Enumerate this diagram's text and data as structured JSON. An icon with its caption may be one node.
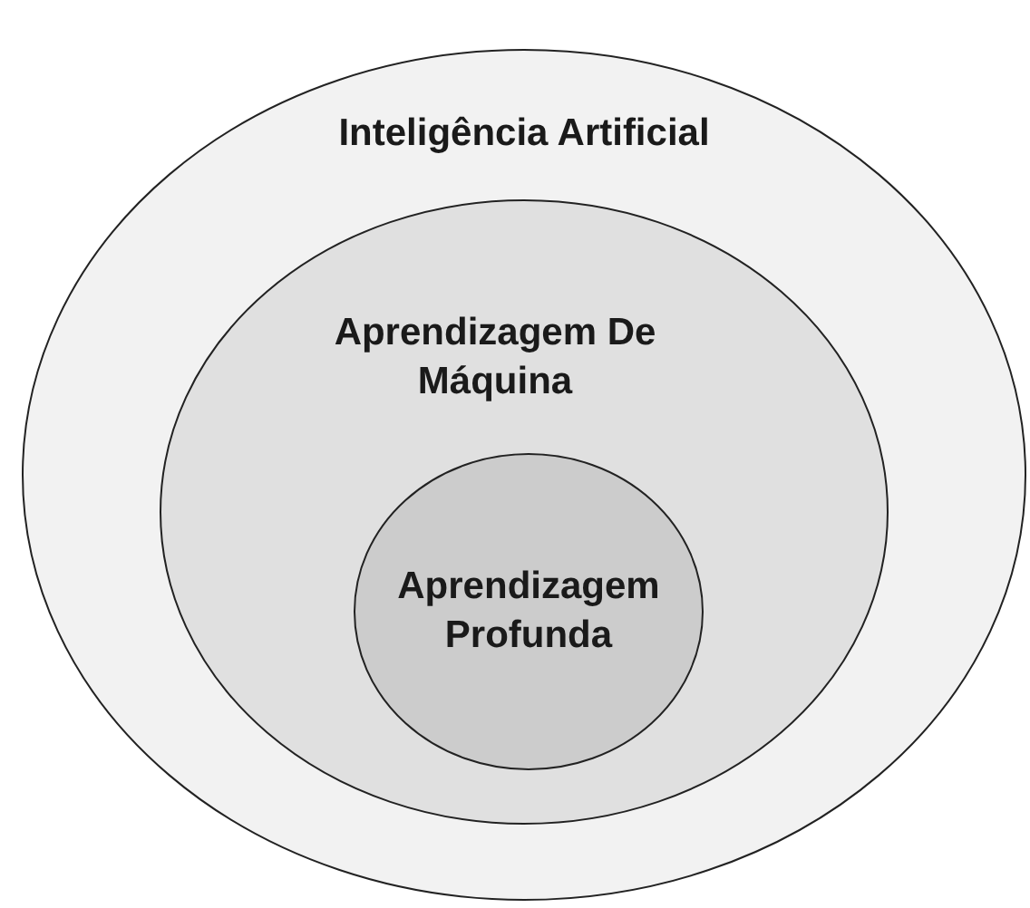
{
  "diagram": {
    "nodes": [
      {
        "text": [
          "Inteligência Artificial"
        ]
      },
      {
        "text": [
          "Aprendizagem De Máquina"
        ],
        "in": 0
      },
      {
        "text": [
          "Aprendizagem Profunda"
        ],
        "in": 1
      }
    ]
  }
}
